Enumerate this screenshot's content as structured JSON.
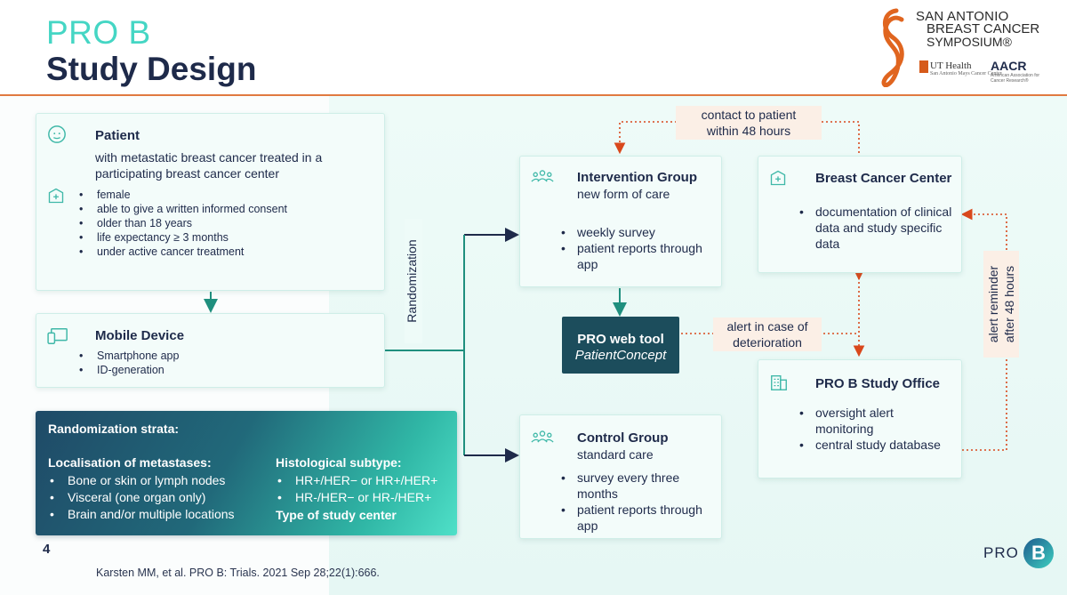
{
  "header": {
    "title_top": "PRO B",
    "title_main": "Study Design"
  },
  "logo": {
    "line1": "SAN ANTONIO",
    "line2": "BREAST CANCER",
    "line3": "SYMPOSIUM®",
    "ut": "UT Health",
    "ut_sub": "San Antonio Mays Cancer Center",
    "aacr": "AACR",
    "aacr_sub": "American Association for Cancer Research®"
  },
  "patient": {
    "title": "Patient",
    "subtitle_1": "with metastatic breast cancer treated in a",
    "subtitle_2": "participating breast cancer center",
    "criteria": [
      "female",
      "able to give a written informed consent",
      "older than 18 years",
      "life expectancy ≥ 3 months",
      "under active cancer treatment"
    ]
  },
  "mobile": {
    "title": "Mobile Device",
    "items": [
      "Smartphone app",
      "ID-generation"
    ]
  },
  "strata": {
    "title": "Randomization strata:",
    "left_heading": "Localisation of metastases:",
    "left_items": [
      "Bone or skin or lymph nodes",
      "Visceral (one organ only)",
      "Brain and/or multiple locations"
    ],
    "right_heading": "Histological subtype:",
    "right_items": [
      "HR+/HER− or HR+/HER+",
      "HR-/HER− or HR-/HER+"
    ],
    "right_footer": "Type of study center"
  },
  "randomization_label": "Randomization",
  "intervention": {
    "title": "Intervention Group",
    "subtitle": "new form of care",
    "items": [
      "weekly survey",
      "patient reports through app"
    ]
  },
  "control": {
    "title": "Control Group",
    "subtitle": "standard care",
    "items": [
      "survey every three months",
      "patient reports through app"
    ]
  },
  "webtool": {
    "line1": "PRO web tool",
    "line2": "PatientConcept"
  },
  "center": {
    "title": "Breast Cancer Center",
    "items": [
      "documentation of clinical data and study specific data"
    ]
  },
  "office": {
    "title": "PRO B Study Office",
    "items": [
      "oversight alert monitoring",
      "central study database"
    ]
  },
  "labels": {
    "contact_1": "contact to patient",
    "contact_2": "within 48 hours",
    "alert_1": "alert in case of",
    "alert_2": "deterioration",
    "reminder_1": "alert reminder",
    "reminder_2": "after 48 hours"
  },
  "footer": {
    "page": "4",
    "citation": "Karsten MM, et al. PRO B: Trials. 2021 Sep 28;22(1):666.",
    "logo_text": "PRO",
    "logo_letter": "B"
  },
  "colors": {
    "accent_teal": "#45d6c4",
    "navy": "#1e2a4a",
    "orange": "#e07a40",
    "dark_teal": "#1c4d5c"
  }
}
